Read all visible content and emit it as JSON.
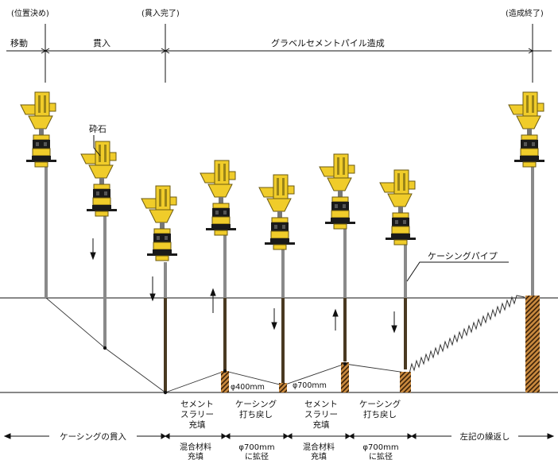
{
  "top_labels": {
    "start": "(位置決め)",
    "penetration_done": "(貫入完了)",
    "finish": "(造成終了)"
  },
  "phase_labels": {
    "move": "移動",
    "penetrate": "貫入",
    "pile_forming": "グラベルセメントパイル造成"
  },
  "callouts": {
    "crushed_stone": "砕石",
    "casing_pipe": "ケーシングパイプ"
  },
  "dimensions": {
    "d400": "φ400mm",
    "d700": "φ700mm"
  },
  "step_labels": [
    {
      "line1": "セメント",
      "line2": "スラリー",
      "line3": "充填"
    },
    {
      "line1": "ケーシング",
      "line2": "打ち戻し",
      "line3": ""
    },
    {
      "line1": "セメント",
      "line2": "スラリー",
      "line3": "充填"
    },
    {
      "line1": "ケーシング",
      "line2": "打ち戻し",
      "line3": ""
    }
  ],
  "bottom_phases": {
    "casing_penetration": "ケーシングの貫入",
    "repeat": "左記の繰返し"
  },
  "bottom_steps": [
    {
      "line1": "混合材料",
      "line2": "充填"
    },
    {
      "line1": "φ700mm",
      "line2": "に拡径"
    },
    {
      "line1": "混合材料",
      "line2": "充填"
    },
    {
      "line1": "φ700mm",
      "line2": "に拡径"
    }
  ],
  "colors": {
    "machine_yellow": "#f0cc2a",
    "machine_dark": "#1a1a1a",
    "rod": "#8a8a8a",
    "pile": "#7a4a1f"
  }
}
